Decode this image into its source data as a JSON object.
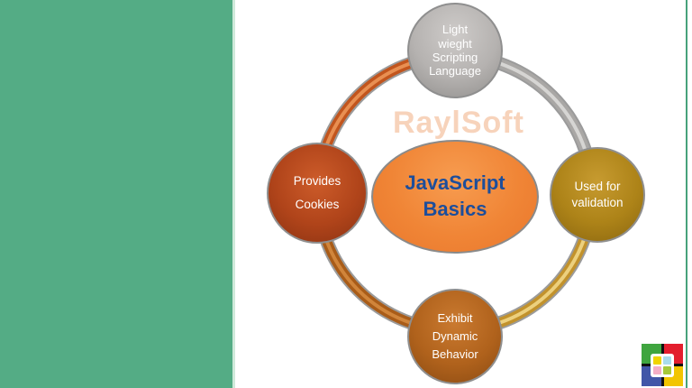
{
  "slide": {
    "left_panel_color": "#54ac85",
    "panel_edge_color": "#cfe9da",
    "right_border_color": "#47a27b",
    "background": "#ffffff"
  },
  "watermark": {
    "text": "RaylSoft",
    "color": "#f0a87a"
  },
  "diagram": {
    "center_node": {
      "label": "JavaScript\nBasics",
      "fill": "#f08536",
      "text_color": "#1d4e9b"
    },
    "nodes": [
      {
        "id": "top",
        "label": "Light\nwieght\nScripting\nLanguage",
        "fill": "#b5b2b0",
        "text_color": "#ffffff"
      },
      {
        "id": "right",
        "label": "Used for\nvalidation",
        "fill": "#ad8318",
        "text_color": "#ffffff"
      },
      {
        "id": "bottom",
        "label": "Exhibit\nDynamic\nBehavior",
        "fill": "#b0621c",
        "text_color": "#ffffff"
      },
      {
        "id": "left",
        "label": "Provides\nCookies",
        "fill": "#b0441a",
        "text_color": "#ffffff"
      }
    ],
    "ring_outline_color": "#9b9b9b",
    "ring_arcs": [
      {
        "position": "top-left",
        "color": "#c2551d",
        "highlight": "#ef9a5c"
      },
      {
        "position": "top-right",
        "color": "#a9a7a5",
        "highlight": "#dedddb"
      },
      {
        "position": "bottom-right",
        "color": "#c2922c",
        "highlight": "#f3da8d"
      },
      {
        "position": "bottom-left",
        "color": "#a95c18",
        "highlight": "#d78c42"
      }
    ]
  },
  "logo": {
    "quadrants": [
      "#3fa53f",
      "#e31e2d",
      "#4156a8",
      "#f2c500"
    ],
    "inner_tiles": [
      "#f0d400",
      "#a9dcec",
      "#f4aec6",
      "#a6c93a"
    ]
  }
}
